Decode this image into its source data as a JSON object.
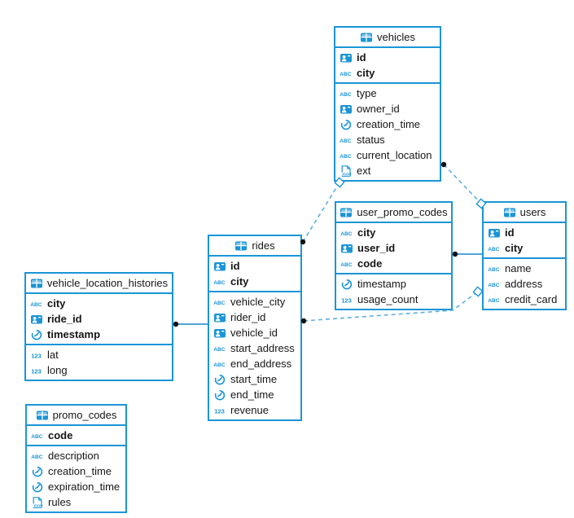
{
  "colors": {
    "accent": "#1b95d6",
    "relation_dashed": "#5fafe0",
    "relation_solid": "#1787c5",
    "marker_dot": "#111111",
    "text": "#161616",
    "background": "#ffffff"
  },
  "icon_labels": {
    "abc": "ABC",
    "num": "123",
    "json": "JSON"
  },
  "tables": [
    {
      "name": "vehicles",
      "columns": [
        {
          "name": "id",
          "icon": "id",
          "pk": true
        },
        {
          "name": "city",
          "icon": "abc",
          "pk": true
        },
        {
          "name": "type",
          "icon": "abc",
          "pk": false
        },
        {
          "name": "owner_id",
          "icon": "id",
          "pk": false
        },
        {
          "name": "creation_time",
          "icon": "clock",
          "pk": false
        },
        {
          "name": "status",
          "icon": "abc",
          "pk": false
        },
        {
          "name": "current_location",
          "icon": "abc",
          "pk": false
        },
        {
          "name": "ext",
          "icon": "json",
          "pk": false
        }
      ]
    },
    {
      "name": "user_promo_codes",
      "columns": [
        {
          "name": "city",
          "icon": "abc",
          "pk": true
        },
        {
          "name": "user_id",
          "icon": "id",
          "pk": true
        },
        {
          "name": "code",
          "icon": "abc",
          "pk": true
        },
        {
          "name": "timestamp",
          "icon": "clock",
          "pk": false
        },
        {
          "name": "usage_count",
          "icon": "num",
          "pk": false
        }
      ]
    },
    {
      "name": "users",
      "columns": [
        {
          "name": "id",
          "icon": "id",
          "pk": true
        },
        {
          "name": "city",
          "icon": "abc",
          "pk": true
        },
        {
          "name": "name",
          "icon": "abc",
          "pk": false
        },
        {
          "name": "address",
          "icon": "abc",
          "pk": false
        },
        {
          "name": "credit_card",
          "icon": "abc",
          "pk": false
        }
      ]
    },
    {
      "name": "rides",
      "columns": [
        {
          "name": "id",
          "icon": "id",
          "pk": true
        },
        {
          "name": "city",
          "icon": "abc",
          "pk": true
        },
        {
          "name": "vehicle_city",
          "icon": "abc",
          "pk": false
        },
        {
          "name": "rider_id",
          "icon": "id",
          "pk": false
        },
        {
          "name": "vehicle_id",
          "icon": "id",
          "pk": false
        },
        {
          "name": "start_address",
          "icon": "abc",
          "pk": false
        },
        {
          "name": "end_address",
          "icon": "abc",
          "pk": false
        },
        {
          "name": "start_time",
          "icon": "clock",
          "pk": false
        },
        {
          "name": "end_time",
          "icon": "clock",
          "pk": false
        },
        {
          "name": "revenue",
          "icon": "num",
          "pk": false
        }
      ]
    },
    {
      "name": "vehicle_location_histories",
      "columns": [
        {
          "name": "city",
          "icon": "abc",
          "pk": true
        },
        {
          "name": "ride_id",
          "icon": "id",
          "pk": true
        },
        {
          "name": "timestamp",
          "icon": "clock",
          "pk": true
        },
        {
          "name": "lat",
          "icon": "num",
          "pk": false
        },
        {
          "name": "long",
          "icon": "num",
          "pk": false
        }
      ]
    },
    {
      "name": "promo_codes",
      "columns": [
        {
          "name": "code",
          "icon": "abc",
          "pk": true
        },
        {
          "name": "description",
          "icon": "abc",
          "pk": false
        },
        {
          "name": "creation_time",
          "icon": "clock",
          "pk": false
        },
        {
          "name": "expiration_time",
          "icon": "clock",
          "pk": false
        },
        {
          "name": "rules",
          "icon": "json",
          "pk": false
        }
      ]
    }
  ],
  "relations": [
    {
      "id": "vehicles-rides",
      "from": "vehicles",
      "to": "rides",
      "style": "dashed",
      "from_marker": "diamond",
      "to_marker": "dot"
    },
    {
      "id": "vehicles-users",
      "from": "vehicles",
      "to": "users",
      "style": "dashed",
      "from_marker": "dot",
      "to_marker": "diamond"
    },
    {
      "id": "user_promo_codes-users",
      "from": "user_promo_codes",
      "to": "users",
      "style": "solid",
      "from_marker": "dot",
      "to_marker": "none"
    },
    {
      "id": "rides-users",
      "from": "rides",
      "to": "users",
      "style": "dashed",
      "from_marker": "dot",
      "to_marker": "diamond"
    },
    {
      "id": "vehicle_location_histories-rides",
      "from": "vehicle_location_histories",
      "to": "rides",
      "style": "solid",
      "from_marker": "dot",
      "to_marker": "none"
    }
  ]
}
